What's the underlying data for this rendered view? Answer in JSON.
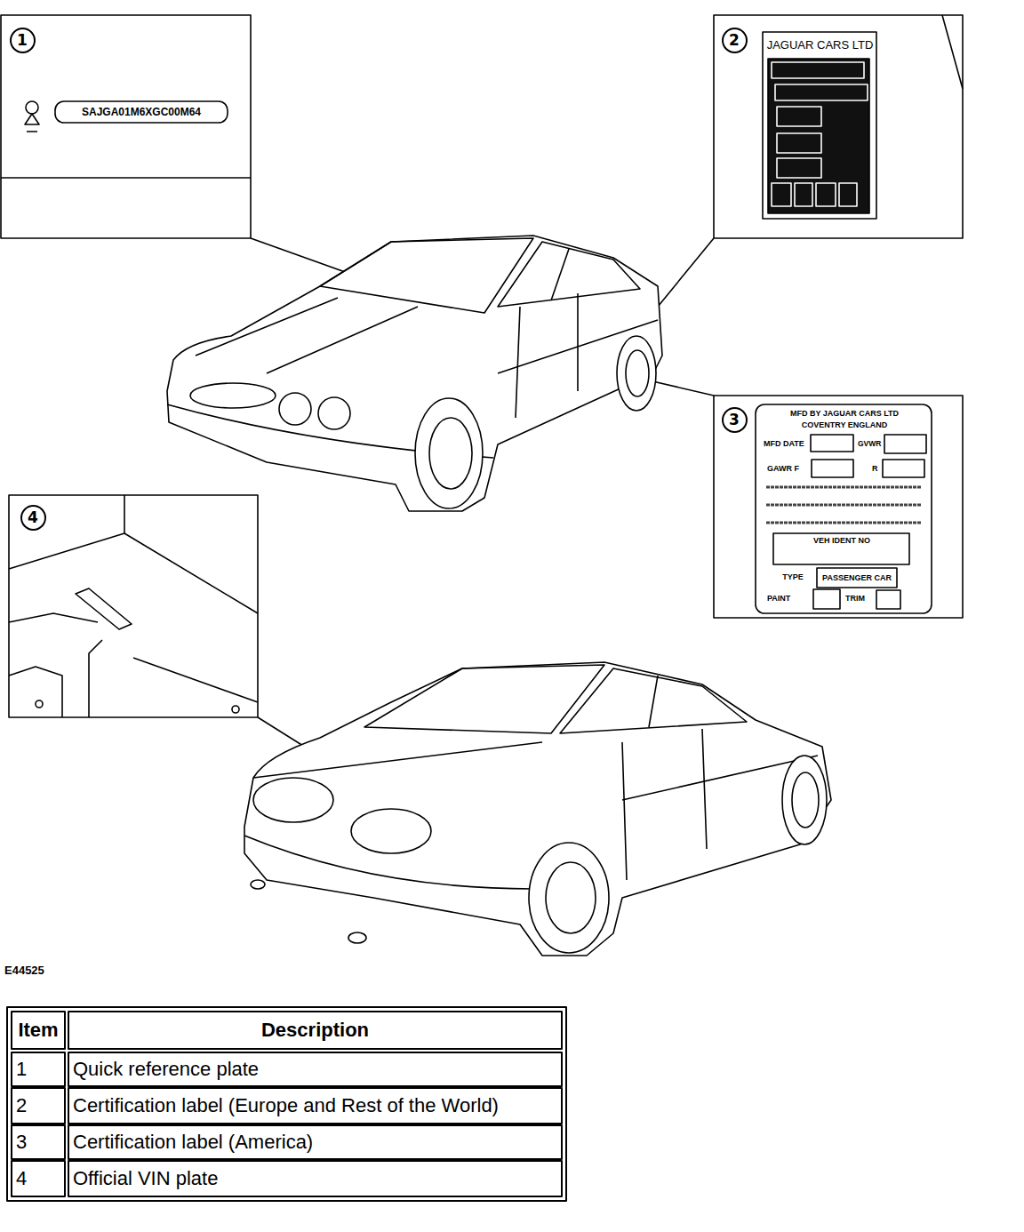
{
  "diagram": {
    "nodes": [
      {
        "text": [
          "1"
        ]
      },
      {
        "text": [
          "2"
        ]
      },
      {
        "text": [
          "3"
        ]
      },
      {
        "text": [
          "4"
        ]
      }
    ],
    "labels": [
      "SAJGA01M6XGC00M64",
      "JAGUAR CARS LTD",
      "MFD BY JAGUAR CARS LTD",
      "COVENTRY ENGLAND",
      "MFD DATE",
      "GVWR",
      "GAWR F",
      "R",
      "VEH IDENT NO",
      "TYPE",
      "PASSENGER CAR",
      "PAINT",
      "TRIM",
      "E44525",
      "Item",
      "Description",
      "1",
      "Quick reference plate",
      "2",
      "Certification label (Europe and Rest of the World)",
      "3",
      "Certification label (America)",
      "4",
      "Official VIN plate"
    ]
  }
}
